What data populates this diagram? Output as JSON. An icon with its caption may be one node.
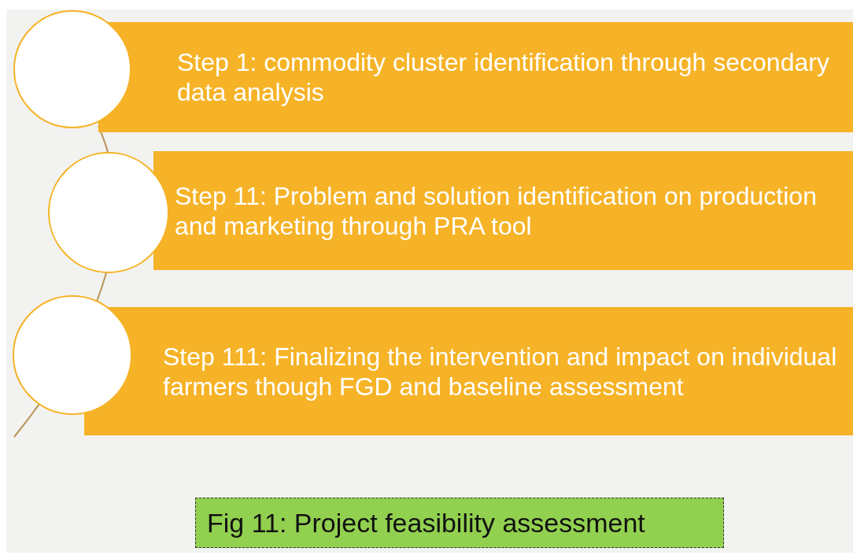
{
  "diagram": {
    "caption": "Fig 11: Project feasibility assessment",
    "nodes": [
      {
        "text": [],
        "shape": "circle"
      },
      {
        "text": [
          "Step 1: commodity cluster identification through secondary data analysis"
        ]
      },
      {
        "text": [],
        "shape": "circle"
      },
      {
        "text": [
          "Step 11: Problem and solution identification on production and marketing through PRA tool"
        ]
      },
      {
        "text": [],
        "shape": "circle"
      },
      {
        "text": [
          "Step 111: Finalizing the intervention and impact on individual farmers though FGD and baseline assessment"
        ]
      }
    ],
    "edges": []
  }
}
